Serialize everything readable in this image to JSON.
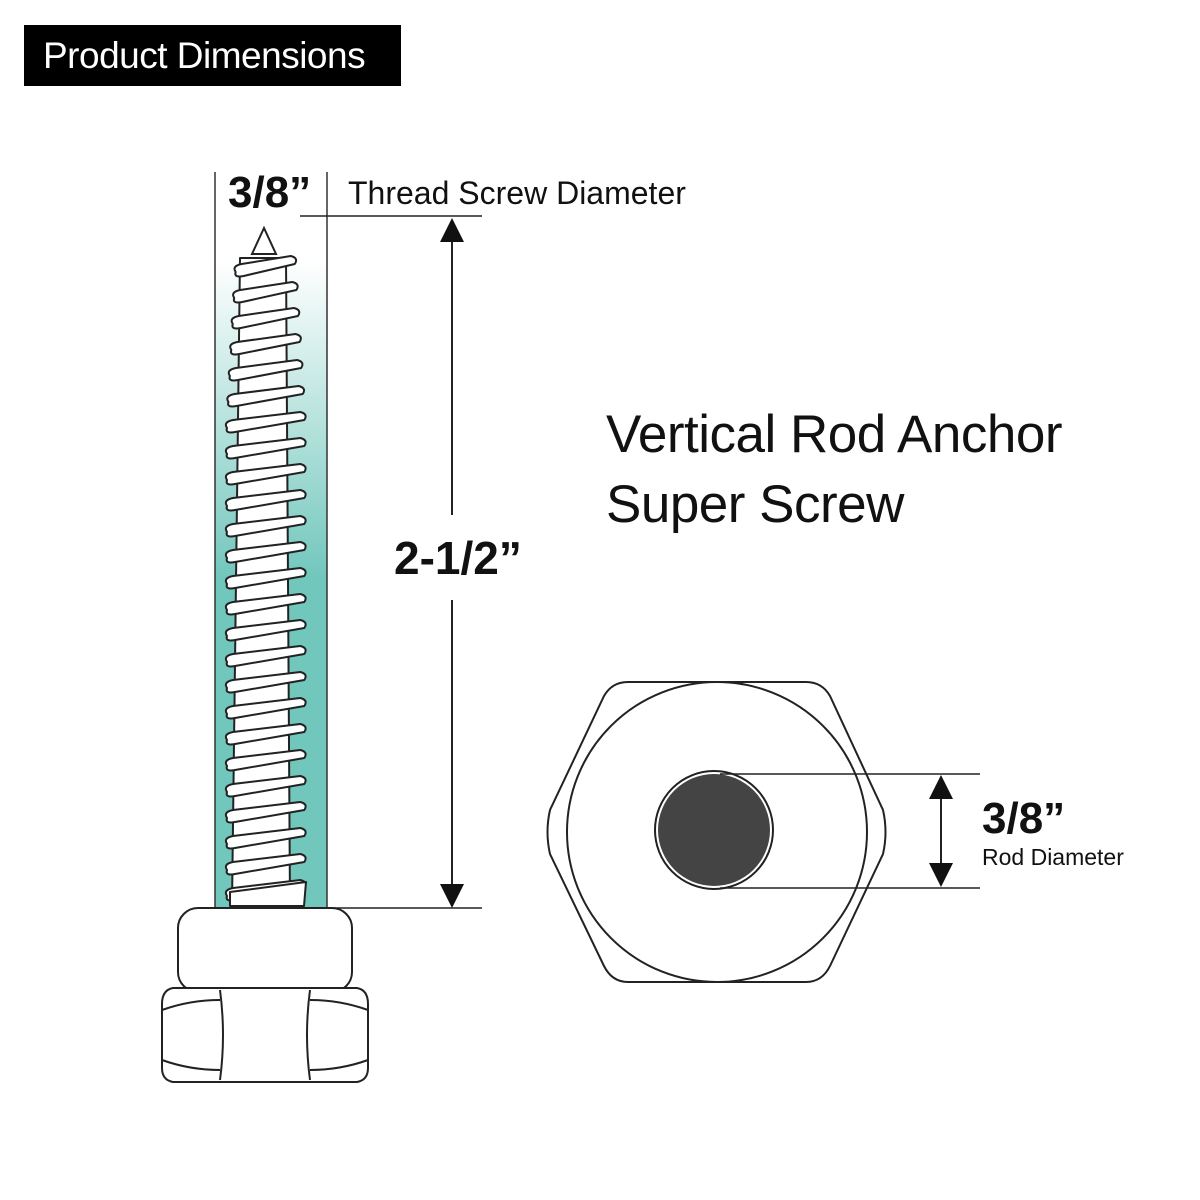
{
  "header": {
    "label": "Product Dimensions"
  },
  "product": {
    "title_line1": "Vertical Rod Anchor",
    "title_line2": "Super Screw"
  },
  "dimensions": {
    "thread_diameter": {
      "value": "3/8”",
      "label": "Thread Screw Diameter"
    },
    "thread_length": {
      "value": "2-1/2”"
    },
    "rod_diameter": {
      "value": "3/8”",
      "label": "Rod Diameter"
    }
  },
  "colors": {
    "thread_band": "#72c7bd",
    "rod_fill": "#444444",
    "outline": "#222222",
    "badge": "#000000"
  }
}
